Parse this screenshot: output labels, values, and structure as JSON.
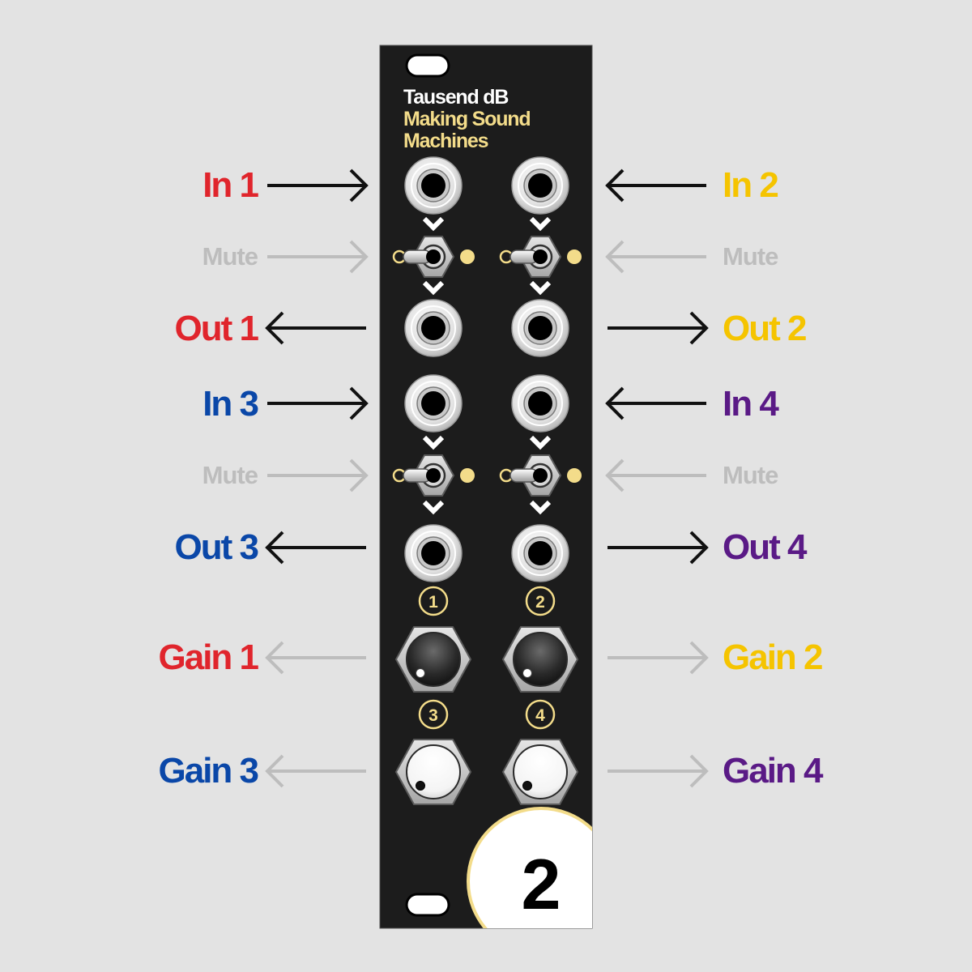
{
  "panel": {
    "brand": "Tausend dB",
    "tagline_1": "Making Sound",
    "tagline_2": "Machines",
    "module_number": "2"
  },
  "colors": {
    "background": "#e3e3e3",
    "panel": "#1c1c1c",
    "accent": "#f3dc8a",
    "ch1": "#e0252c",
    "ch2": "#f5c400",
    "ch3": "#0a47a8",
    "ch4": "#5a1a86",
    "muted": "#bdbdbd",
    "arrow": "#111111"
  },
  "labels": {
    "in_1": "In 1",
    "in_2": "In 2",
    "in_3": "In 3",
    "in_4": "In 4",
    "out_1": "Out 1",
    "out_2": "Out 2",
    "out_3": "Out 3",
    "out_4": "Out 4",
    "mute": "Mute",
    "gain_1": "Gain 1",
    "gain_2": "Gain 2",
    "gain_3": "Gain 3",
    "gain_4": "Gain 4"
  },
  "badges": [
    "1",
    "2",
    "3",
    "4"
  ]
}
